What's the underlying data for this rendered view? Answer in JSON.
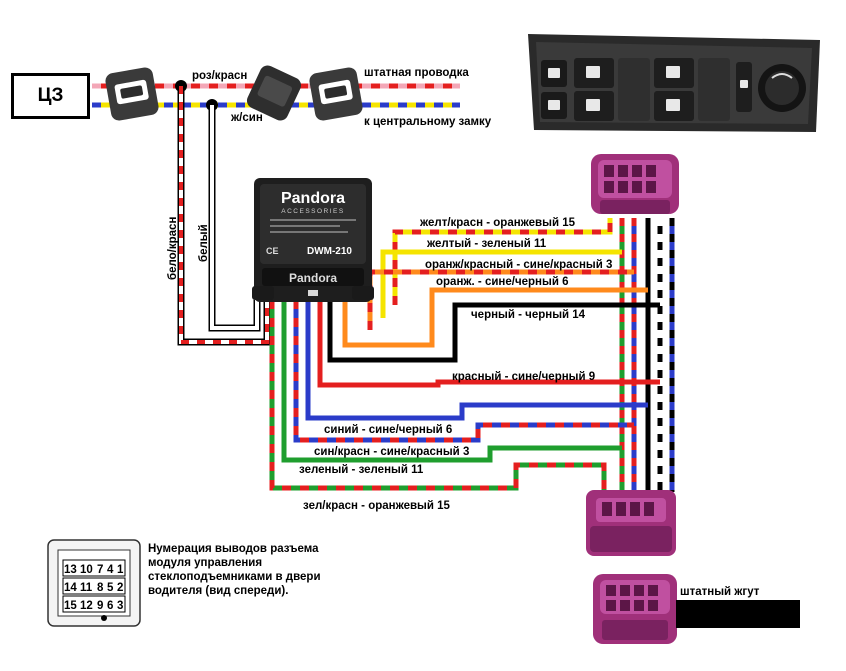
{
  "cz_label": "ЦЗ",
  "top_wires": {
    "pink_red": "роз/красн",
    "yellow_blue": "ж/син",
    "factory_wiring": "штатная проводка",
    "to_central_lock": "к центральному замку"
  },
  "vertical_wires": {
    "white_red": "бело/красн",
    "white": "белый"
  },
  "module": {
    "brand": "Pandora",
    "subtitle": "ACCESSORIES",
    "model": "DWM-210",
    "ce_mark": "CE",
    "bottom_brand": "Pandora"
  },
  "upper_wires": [
    {
      "label": "желт/красн  -  оранжевый 15",
      "colors": [
        "#f5e400",
        "#e41f1f"
      ]
    },
    {
      "label": "желтый  -  зеленый 11",
      "colors": [
        "#f5e400"
      ]
    },
    {
      "label": "оранж/красный - сине/красный 3",
      "colors": [
        "#ff8a1c",
        "#e41f1f"
      ]
    },
    {
      "label": "оранж. - сине/черный 6",
      "colors": [
        "#ff8a1c"
      ]
    },
    {
      "label": "черный - черный 14",
      "colors": [
        "#000000"
      ]
    }
  ],
  "lower_wires": [
    {
      "label": "красный - сине/черный 9",
      "colors": [
        "#e41f1f"
      ]
    },
    {
      "label": "синий  - сине/черный 6",
      "colors": [
        "#2b3cc9"
      ]
    },
    {
      "label": "син/красн  - сине/красный 3",
      "colors": [
        "#2b3cc9",
        "#e41f1f"
      ]
    },
    {
      "label": "зеленый  -  зеленый 11",
      "colors": [
        "#1f9e2e"
      ]
    },
    {
      "label": "зел/красн  - оранжевый 15",
      "colors": [
        "#1f9e2e",
        "#e41f1f"
      ]
    }
  ],
  "note": "Нумерация выводов разъема модуля управления стеклоподъемниками в двери водителя (вид спереди).",
  "pinout": {
    "row1": [
      "13",
      "10",
      "7",
      "4",
      "1"
    ],
    "row2": [
      "14",
      "11",
      "8",
      "5",
      "2"
    ],
    "row3": [
      "15",
      "12",
      "9",
      "6",
      "3"
    ]
  },
  "harness_label": "штатный жгут",
  "connector_color": "#a0307a"
}
